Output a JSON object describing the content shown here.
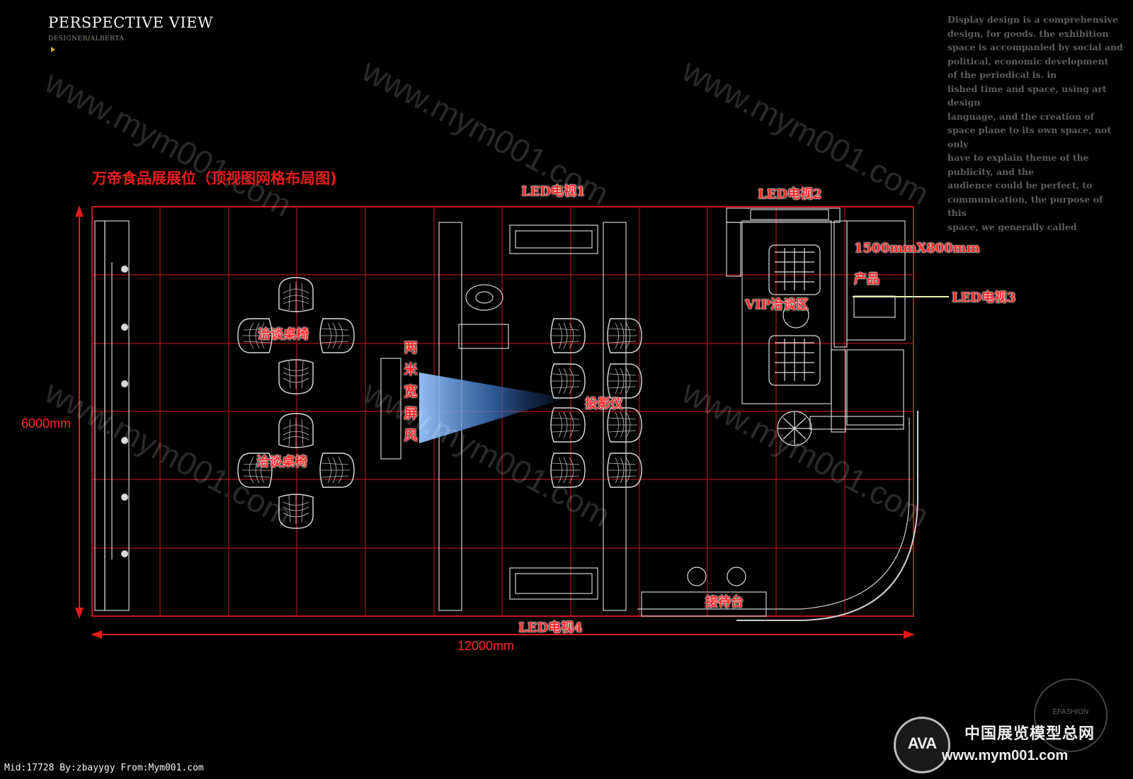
{
  "header": {
    "title": "PERSPECTIVE VIEW",
    "designer_label": "DESIGNER",
    "designer_name": "ALBERTA"
  },
  "blurb_lines": [
    "Display design is a comprehensive",
    "design, for goods. the exhibition",
    "space is accompanied by social and",
    "political, economic development",
    "of the periodical is. in",
    "lished time and space, using art design",
    "language, and the creation of",
    "space plane to its own space, not only",
    "have to explain theme of the",
    "publicity, and the",
    "audience could be perfect, to",
    "communication, the purpose of this",
    "space, we generally called"
  ],
  "plan": {
    "title": "万帝食品展展位（顶视图网格布局图)",
    "width_dimension": "12000mm",
    "height_dimension": "6000mm",
    "labels": {
      "led_tv_1": "LED电视1",
      "led_tv_2": "LED电视2",
      "led_tv_3": "LED电视3",
      "led_tv_4": "LED电视4",
      "product_size": "1500mmX800mm",
      "product": "产品",
      "vip_area": "VIP洽谈区",
      "meeting_table_1": "洽谈桌椅",
      "meeting_table_2": "洽谈桌椅",
      "projector": "投影仪",
      "reception_desk": "接待台",
      "screen_vertical": [
        "两",
        "米",
        "宽",
        "屏",
        "风"
      ]
    }
  },
  "watermark": "www.mym001.com",
  "footer": {
    "left": "Mid:17728 By:zbayygy From:Mym001.com",
    "brand_cn": "中国展览模型总网",
    "brand_url": "www.mym001.com",
    "logo_text": "AVA",
    "seal_text": "EFASHION"
  },
  "colors": {
    "background": "#000000",
    "label_red": "#ff2a2a",
    "grid_red": "#c8141e",
    "projector_beam": "#4f8fd8"
  }
}
